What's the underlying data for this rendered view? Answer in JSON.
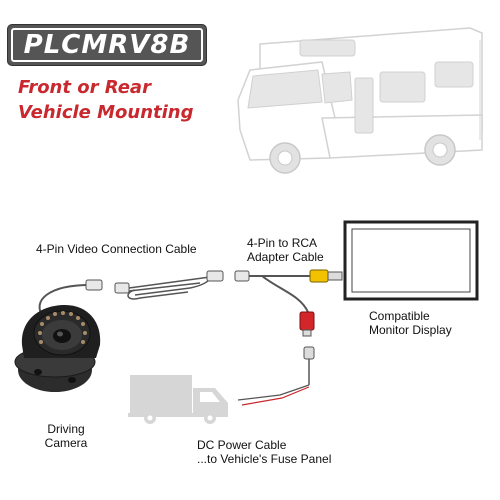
{
  "product": {
    "model": "PLCMRV8B"
  },
  "mounting": {
    "line1": "Front or Rear",
    "line2": "Vehicle Mounting"
  },
  "labels": {
    "video_cable": "4-Pin Video Connection Cable",
    "rca_cable_line1": "4-Pin to RCA",
    "rca_cable_line2": "Adapter Cable",
    "monitor_line1": "Compatible",
    "monitor_line2": "Monitor Display",
    "camera_line1": "Driving",
    "camera_line2": "Camera",
    "power_line1": "DC Power Cable",
    "power_line2": "...to Vehicle's Fuse Panel"
  },
  "colors": {
    "badge_bg": "#555555",
    "accent_red": "#c8282e",
    "rca_yellow": "#f2c200",
    "rca_red": "#d2262b",
    "vehicle_gray": "#d9d9d9"
  },
  "icons": [
    "rv-motorhome-icon",
    "truck-icon",
    "dome-camera-icon",
    "monitor-icon"
  ]
}
